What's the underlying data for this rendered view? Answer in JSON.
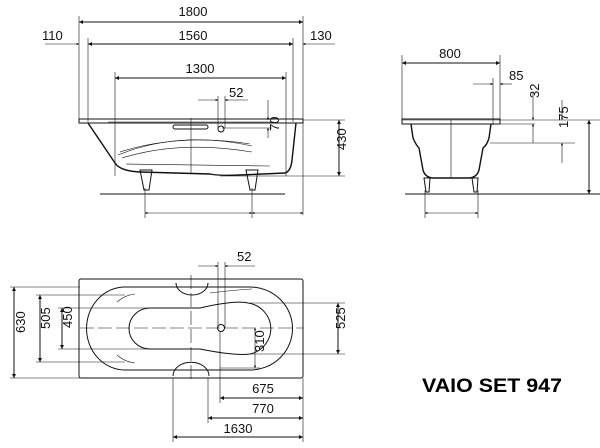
{
  "title": "VAIO SET 947",
  "side_view": {
    "overall_length": "1800",
    "inner_length": "1560",
    "left_offset": "110",
    "right_offset": "130",
    "bottom_length": "1300",
    "drain_offset": "52",
    "overflow_depth": "70",
    "height": "430"
  },
  "end_view": {
    "width": "800",
    "rim_offset": "85",
    "rim_height": "32",
    "depth_step": "175"
  },
  "plan_view": {
    "overall_width": "630",
    "inner_width": "505",
    "bottom_width": "450",
    "head_width": "525",
    "drain_offset": "52",
    "drain_to_edge": "310",
    "drain_distance": "675",
    "overflow_distance": "770",
    "handle_distance": "1630"
  }
}
